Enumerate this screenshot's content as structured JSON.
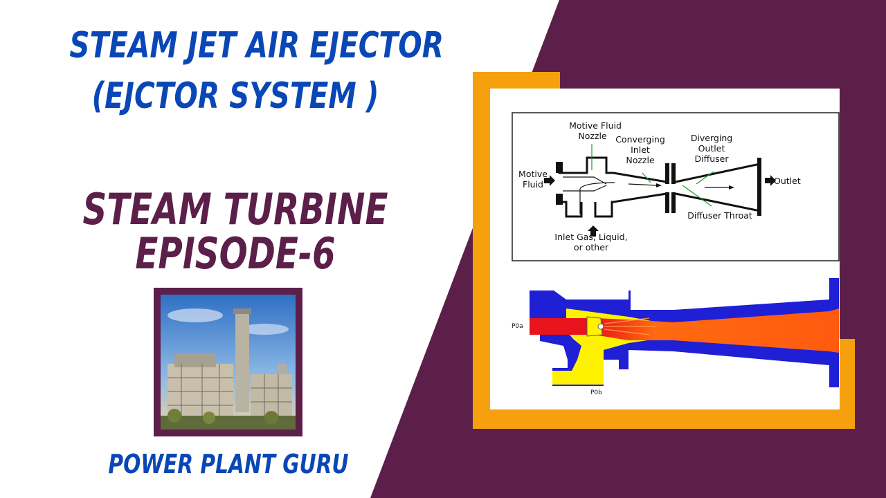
{
  "title": {
    "line1": "STEAM JET AIR EJECTOR",
    "line2": "(EJCTOR SYSTEM )"
  },
  "subtitle": {
    "line1": "STEAM TURBINE",
    "line2": "EPISODE-6"
  },
  "brand": "POWER PLANT GURU",
  "colors": {
    "title_blue": "#0a47b6",
    "plum": "#5b1f49",
    "orange": "#f5a00c",
    "ejector_blue": "#1f1fd6",
    "ejector_red": "#e8141c",
    "ejector_yellow": "#fff200",
    "ejector_orange": "#ff6a10"
  },
  "thumbnail": {
    "icon": "power-plant-photo"
  },
  "diagram": {
    "labels": {
      "motive_fluid_nozzle_1": "Motive Fluid",
      "motive_fluid_nozzle_2": "Nozzle",
      "converging_1": "Converging",
      "converging_2": "Inlet",
      "converging_3": "Nozzle",
      "diverging_1": "Diverging",
      "diverging_2": "Outlet",
      "diverging_3": "Diffuser",
      "motive_fluid_1": "Motive",
      "motive_fluid_2": "Fluid",
      "outlet": "Outlet",
      "diffuser_throat": "Diffuser Throat",
      "inlet_gas_1": "Inlet Gas, Liquid,",
      "inlet_gas_2": "or other"
    },
    "flow_labels": {
      "p0a": "P0a",
      "p0b": "P0b"
    }
  }
}
